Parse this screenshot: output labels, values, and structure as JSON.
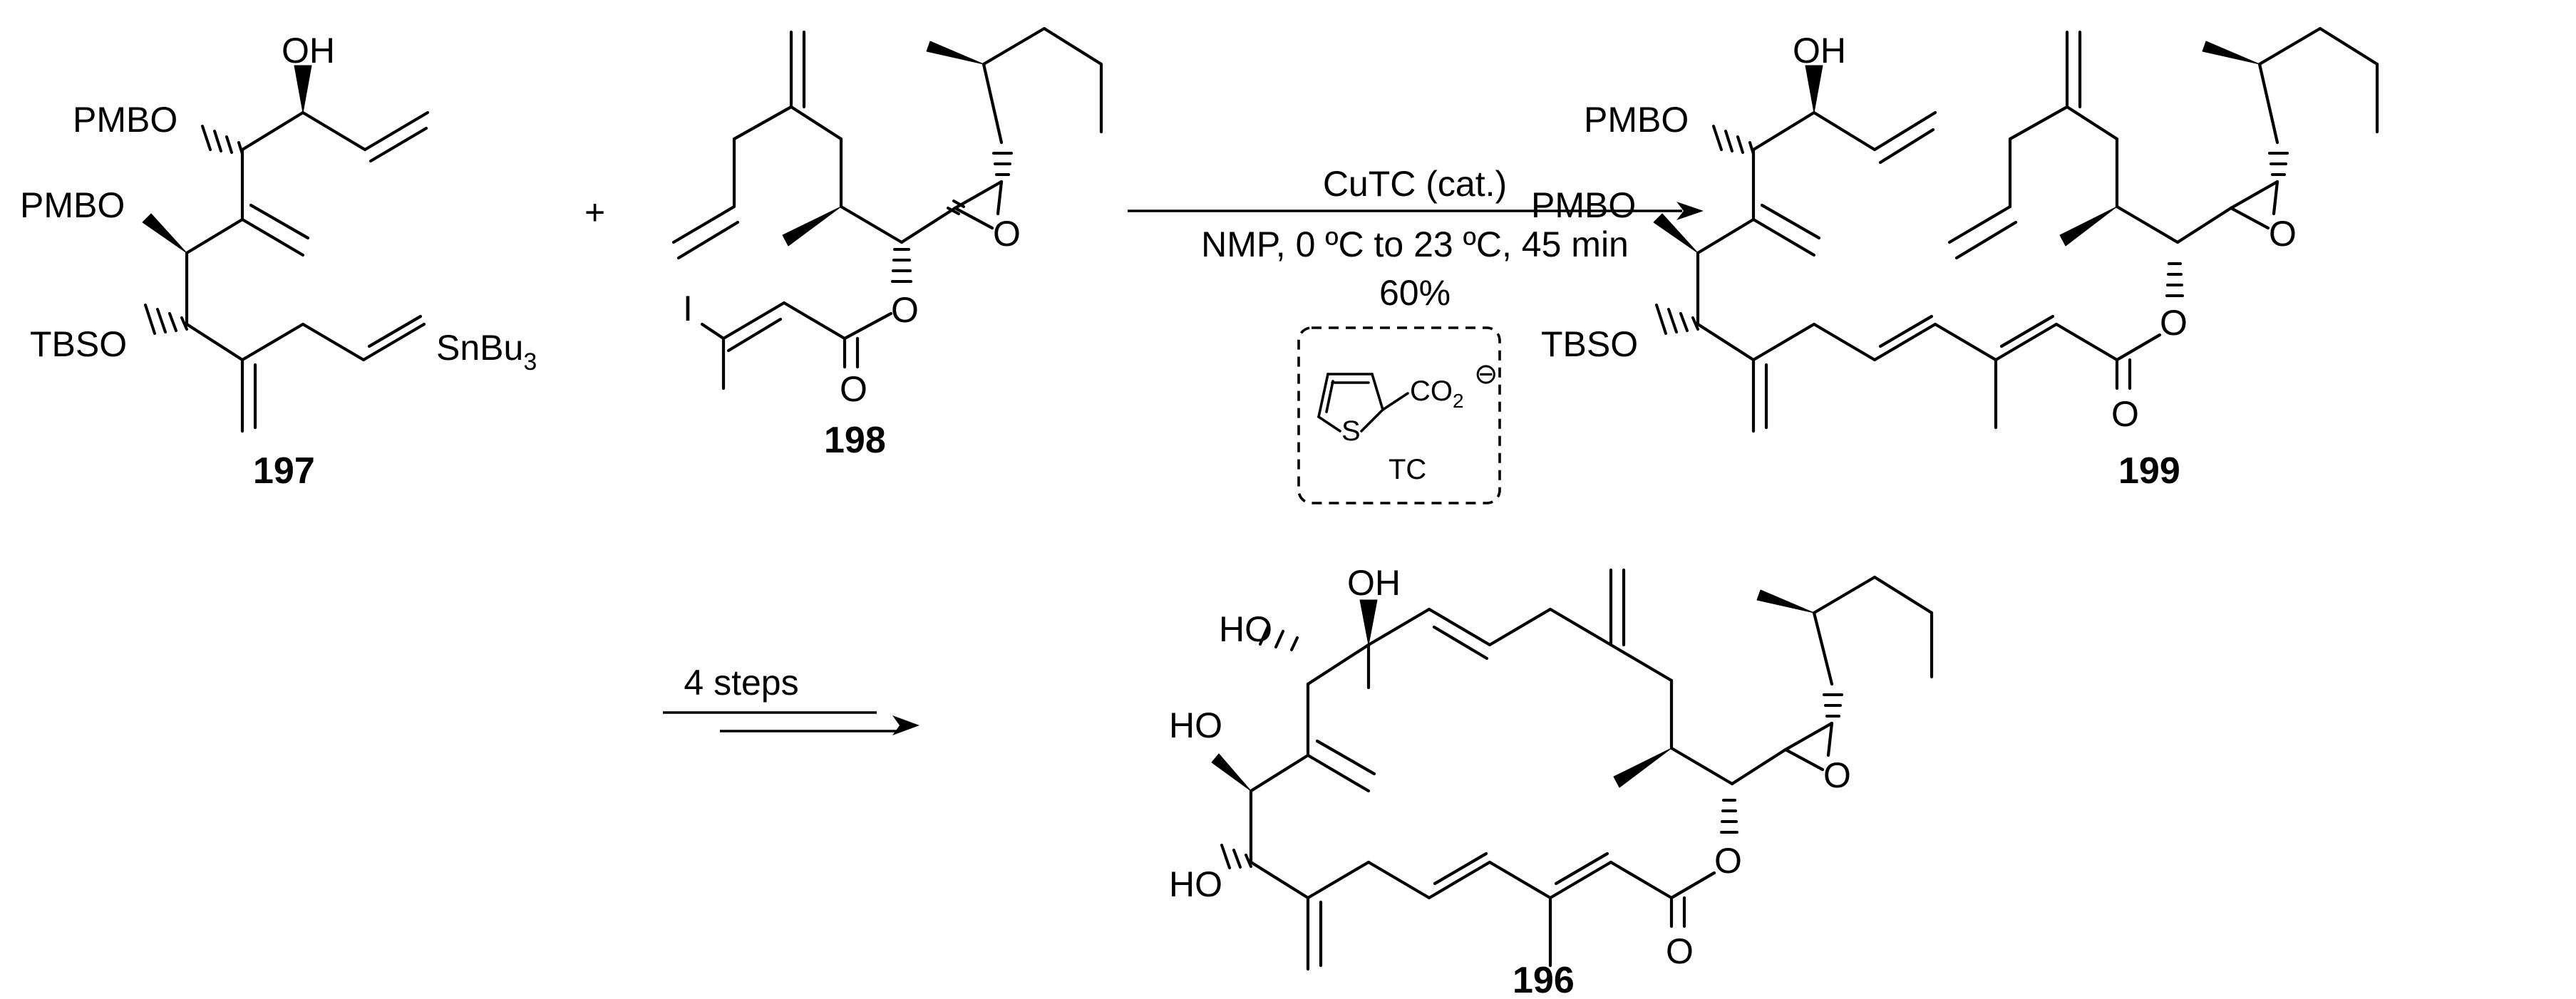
{
  "compounds": {
    "c197": "197",
    "c198": "198",
    "c199": "199",
    "c196": "196"
  },
  "plus_sign": "+",
  "reaction1": {
    "reagent": "CuTC (cat.)",
    "conditions": "NMP, 0 ºC to 23 ºC, 45 min",
    "yield": "60%",
    "inset_label": "TC",
    "inset_group": "CO",
    "inset_sub": "2",
    "inset_charge": "⊖",
    "inset_atom": "S"
  },
  "reaction2": {
    "label": "4 steps"
  },
  "atoms": {
    "oh": "OH",
    "pmbo": "PMBO",
    "tbso": "TBSO",
    "snbu": "SnBu",
    "snbu_sub": "3",
    "iodine": "I",
    "oxygen": "O",
    "ho": "HO"
  }
}
